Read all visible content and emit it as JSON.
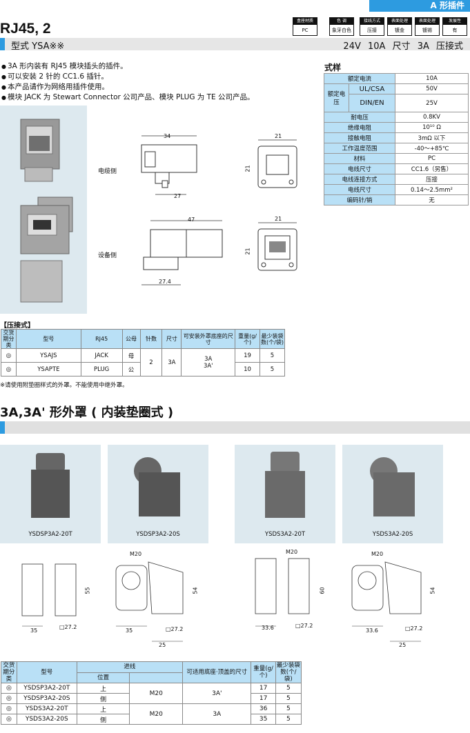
{
  "header_tag": "A 形插件",
  "title": "RJ45, 2",
  "spec_boxes": [
    {
      "label": "盒座材质",
      "value": "PC"
    },
    {
      "label": "色 调",
      "value": "象牙白色"
    },
    {
      "label": "接线方式",
      "value": "压接"
    },
    {
      "label": "表面处理",
      "value": "镀金"
    },
    {
      "label": "表面处理",
      "value": "镀锡"
    },
    {
      "label": "发展性",
      "value": "有"
    }
  ],
  "subtitle": "型式 YSA※※",
  "subtitle_right": "24V 10A 尺寸 3A 压接式",
  "bullets": [
    "3A 形内装有 RJ45 模块插头的插件。",
    "可以安装 2 针的 CC1.6 插针。",
    "本产品请作为网络用插件使用。",
    "模块 JACK 为 Stewart Connector 公司产品、模块 PLUG 为 TE 公司产品。"
  ],
  "spec_title": "式样",
  "spec_rows": {
    "rated_current": {
      "k": "额定电流",
      "v": "10A"
    },
    "rated_voltage": {
      "k": "额定电压",
      "ul": "UL/CSA",
      "ul_v": "50V",
      "din": "DIN/EN",
      "din_v": "25V"
    },
    "rows": [
      {
        "k": "耐电压",
        "v": "0.8KV"
      },
      {
        "k": "绝缘电阻",
        "v": "10¹⁰ Ω"
      },
      {
        "k": "接触电阻",
        "v": "3mΩ 以下"
      },
      {
        "k": "工作温度范围",
        "v": "-40～+85℃"
      },
      {
        "k": "材料",
        "v": "PC"
      },
      {
        "k": "电线尺寸",
        "v": "CC1.6（另售）"
      },
      {
        "k": "电线连接方式",
        "v": "压接"
      },
      {
        "k": "电线尺寸",
        "v": "0.14～2.5mm²"
      },
      {
        "k": "编码针/销",
        "v": "无"
      }
    ]
  },
  "drawing_labels": {
    "cable_side": "电缆侧",
    "device_side": "设备侧",
    "d34": "34",
    "d21a": "21",
    "d21b": "21",
    "d27": "27",
    "d47": "47",
    "d21c": "21",
    "d21d": "21",
    "d274": "27.4"
  },
  "section1": "【压接式】",
  "parts_table": {
    "headers": [
      "交货期分类",
      "型号",
      "RJ45",
      "公母",
      "针数",
      "尺寸",
      "可安装外罩底座的尺寸",
      "重量(g/个)",
      "最少装袋数(个/袋)"
    ],
    "rows": [
      {
        "mark": "◎",
        "model": "YSAJS",
        "rj": "JACK",
        "gender": "母",
        "pins": "2",
        "weight": "19",
        "qty": "5"
      },
      {
        "mark": "◎",
        "model": "YSAPTE",
        "rj": "PLUG",
        "gender": "公",
        "pins": "2",
        "weight": "10",
        "qty": "5"
      }
    ],
    "size": "3A",
    "mount": "3A\n3A'"
  },
  "note1": "※请使用附垫圈样式的外罩。不能使用中继外罩。",
  "section2": "3A,3A' 形外罩 ( 内装垫圈式 )",
  "hoods": [
    {
      "cap": "YSDSP3A2-20T"
    },
    {
      "cap": "YSDSP3A2-20S"
    },
    {
      "cap": "YSDS3A2-20T"
    },
    {
      "cap": "YSDS3A2-20S"
    }
  ],
  "hood_dims": {
    "m20a": "M20",
    "m20b": "M20",
    "m20c": "M20",
    "h55": "55",
    "h54a": "54",
    "h60": "60",
    "h54b": "54",
    "w35a": "35",
    "w35b": "35",
    "w336a": "33.6",
    "w336b": "33.6",
    "sq1": "□27.2",
    "sq2": "□27.2",
    "sq3": "□27.2",
    "sq4": "□27.2",
    "d25a": "25",
    "d25b": "25"
  },
  "hood_table": {
    "headers": {
      "cls": "交货期分类",
      "model": "型号",
      "entry": "进线",
      "pos": "位置",
      "mount": "可适用底座·顶盖的尺寸",
      "weight": "重量(g/个)",
      "qty": "最少装袋数(个/袋)"
    },
    "rows": [
      {
        "mark": "◎",
        "model": "YSDSP3A2-20T",
        "pos": "上",
        "weight": "17",
        "qty": "5"
      },
      {
        "mark": "◎",
        "model": "YSDSP3A2-20S",
        "pos": "侧",
        "weight": "17",
        "qty": "5"
      },
      {
        "mark": "◎",
        "model": "YSDS3A2-20T",
        "pos": "上",
        "weight": "36",
        "qty": "5"
      },
      {
        "mark": "◎",
        "model": "YSDS3A2-20S",
        "pos": "侧",
        "weight": "35",
        "qty": "5"
      }
    ],
    "entry_a": "M20",
    "mount_a": "3A'",
    "entry_b": "M20",
    "mount_b": "3A"
  }
}
